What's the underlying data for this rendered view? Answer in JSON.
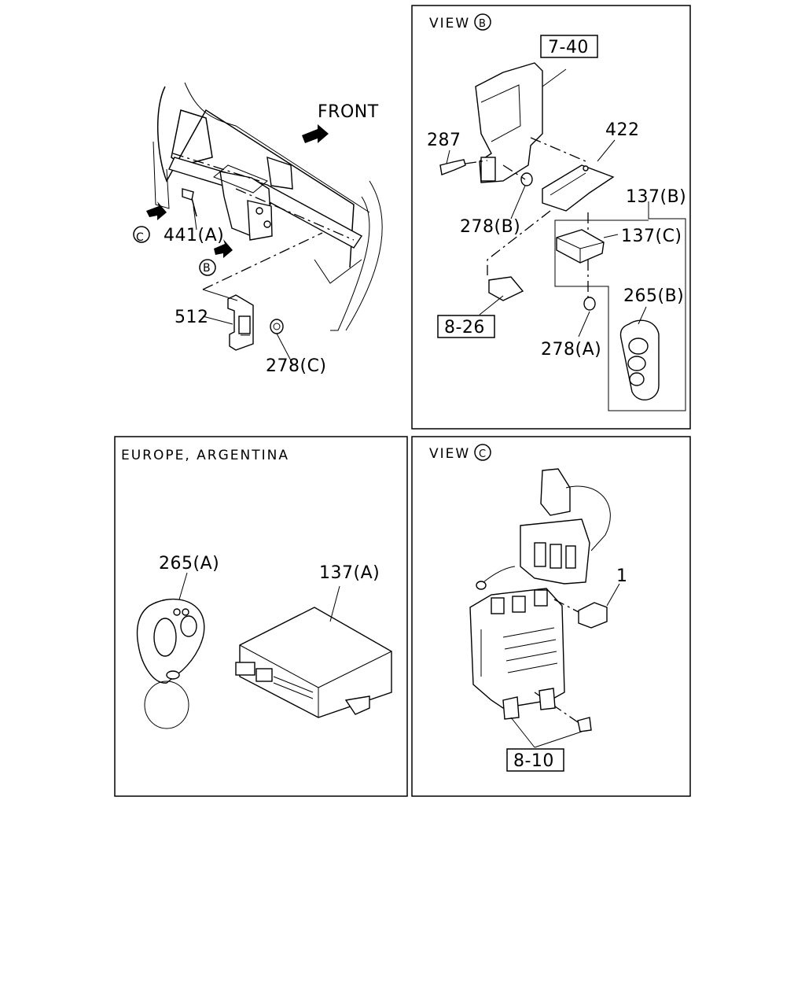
{
  "labels": {
    "front": "FRONT",
    "view_b_header": "VIEW",
    "view_b_letter": "B",
    "view_c_header": "VIEW",
    "view_c_letter": "C",
    "europe_header": "EUROPE, ARGENTINA",
    "marker_c": "C",
    "marker_b": "B",
    "p441a": "441(A)",
    "p512": "512",
    "p278c": "278(C)",
    "p740": "7-40",
    "p287": "287",
    "p422": "422",
    "p137b": "137(B)",
    "p278b": "278(B)",
    "p137c": "137(C)",
    "p826": "8-26",
    "p265b": "265(B)",
    "p278a": "278(A)",
    "p265a": "265(A)",
    "p137a": "137(A)",
    "p1": "1",
    "p810": "8-10"
  },
  "icons": [
    "arrow-icon",
    "circle-letter-icon"
  ]
}
